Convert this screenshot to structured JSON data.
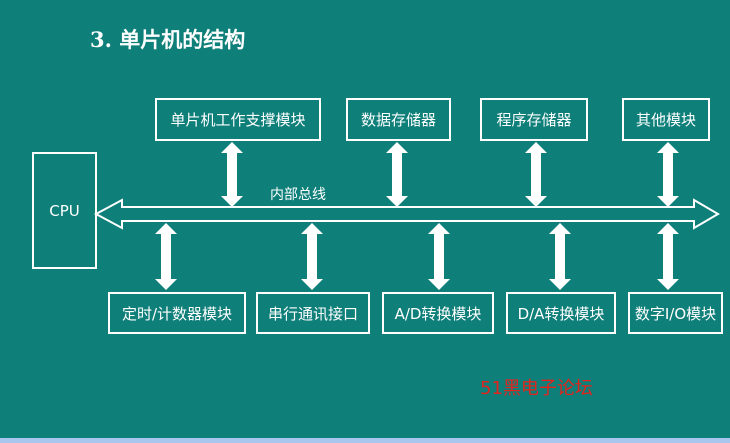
{
  "title": "3. 单片机的结构",
  "bus_label": "内部总线",
  "cpu_label": "CPU",
  "top_modules": [
    "单片机工作支撑模块",
    "数据存储器",
    "程序存储器",
    "其他模块"
  ],
  "bottom_modules": [
    "定时/计数器模块",
    "串行通讯接口",
    "A/D转换模块",
    "D/A转换模块",
    "数字I/O模块"
  ],
  "watermark": "51黑电子论坛",
  "colors": {
    "background": "#0f7f7a",
    "foreground": "#ffffff",
    "watermark": "#e0241c"
  }
}
